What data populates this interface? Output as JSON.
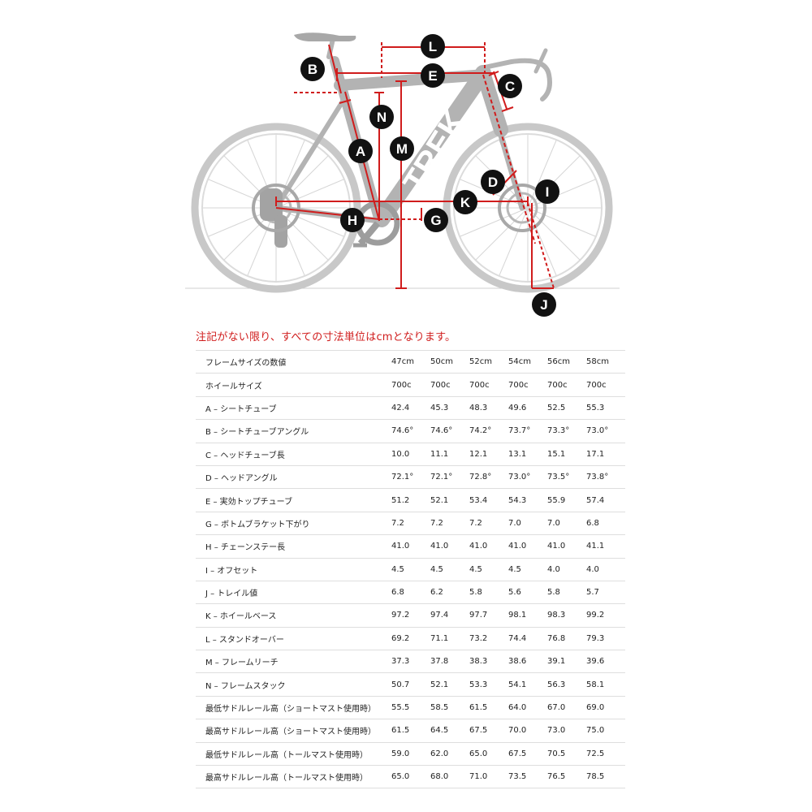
{
  "diagram": {
    "labels": [
      "A",
      "B",
      "C",
      "D",
      "E",
      "G",
      "H",
      "I",
      "J",
      "K",
      "L",
      "M",
      "N"
    ],
    "brand_text": "TREK",
    "marker_color": "#d01c1c",
    "frame_color": "#b3b3b3"
  },
  "note": "注記がない限り、すべての寸法単位はcmとなります。",
  "table": {
    "rows": [
      {
        "label": "フレームサイズの数値",
        "values": [
          "47cm",
          "50cm",
          "52cm",
          "54cm",
          "56cm",
          "58cm"
        ]
      },
      {
        "label": "ホイールサイズ",
        "values": [
          "700c",
          "700c",
          "700c",
          "700c",
          "700c",
          "700c"
        ]
      },
      {
        "label": "A – シートチューブ",
        "values": [
          "42.4",
          "45.3",
          "48.3",
          "49.6",
          "52.5",
          "55.3"
        ]
      },
      {
        "label": "B – シートチューブアングル",
        "values": [
          "74.6°",
          "74.6°",
          "74.2°",
          "73.7°",
          "73.3°",
          "73.0°"
        ]
      },
      {
        "label": "C – ヘッドチューブ長",
        "values": [
          "10.0",
          "11.1",
          "12.1",
          "13.1",
          "15.1",
          "17.1"
        ]
      },
      {
        "label": "D – ヘッドアングル",
        "values": [
          "72.1°",
          "72.1°",
          "72.8°",
          "73.0°",
          "73.5°",
          "73.8°"
        ]
      },
      {
        "label": "E – 実効トップチューブ",
        "values": [
          "51.2",
          "52.1",
          "53.4",
          "54.3",
          "55.9",
          "57.4"
        ]
      },
      {
        "label": "G – ボトムブラケット下がり",
        "values": [
          "7.2",
          "7.2",
          "7.2",
          "7.0",
          "7.0",
          "6.8"
        ]
      },
      {
        "label": "H – チェーンステー長",
        "values": [
          "41.0",
          "41.0",
          "41.0",
          "41.0",
          "41.0",
          "41.1"
        ]
      },
      {
        "label": "I – オフセット",
        "values": [
          "4.5",
          "4.5",
          "4.5",
          "4.5",
          "4.0",
          "4.0"
        ]
      },
      {
        "label": "J – トレイル値",
        "values": [
          "6.8",
          "6.2",
          "5.8",
          "5.6",
          "5.8",
          "5.7"
        ]
      },
      {
        "label": "K – ホイールベース",
        "values": [
          "97.2",
          "97.4",
          "97.7",
          "98.1",
          "98.3",
          "99.2"
        ]
      },
      {
        "label": "L – スタンドオーバー",
        "values": [
          "69.2",
          "71.1",
          "73.2",
          "74.4",
          "76.8",
          "79.3"
        ]
      },
      {
        "label": "M – フレームリーチ",
        "values": [
          "37.3",
          "37.8",
          "38.3",
          "38.6",
          "39.1",
          "39.6"
        ]
      },
      {
        "label": "N – フレームスタック",
        "values": [
          "50.7",
          "52.1",
          "53.3",
          "54.1",
          "56.3",
          "58.1"
        ]
      },
      {
        "label": "最低サドルレール高（ショートマスト使用時）",
        "values": [
          "55.5",
          "58.5",
          "61.5",
          "64.0",
          "67.0",
          "69.0"
        ]
      },
      {
        "label": "最高サドルレール高（ショートマスト使用時）",
        "values": [
          "61.5",
          "64.5",
          "67.5",
          "70.0",
          "73.0",
          "75.0"
        ]
      },
      {
        "label": "最低サドルレール高（トールマスト使用時）",
        "values": [
          "59.0",
          "62.0",
          "65.0",
          "67.5",
          "70.5",
          "72.5"
        ]
      },
      {
        "label": "最高サドルレール高（トールマスト使用時）",
        "values": [
          "65.0",
          "68.0",
          "71.0",
          "73.5",
          "76.5",
          "78.5"
        ]
      }
    ]
  }
}
